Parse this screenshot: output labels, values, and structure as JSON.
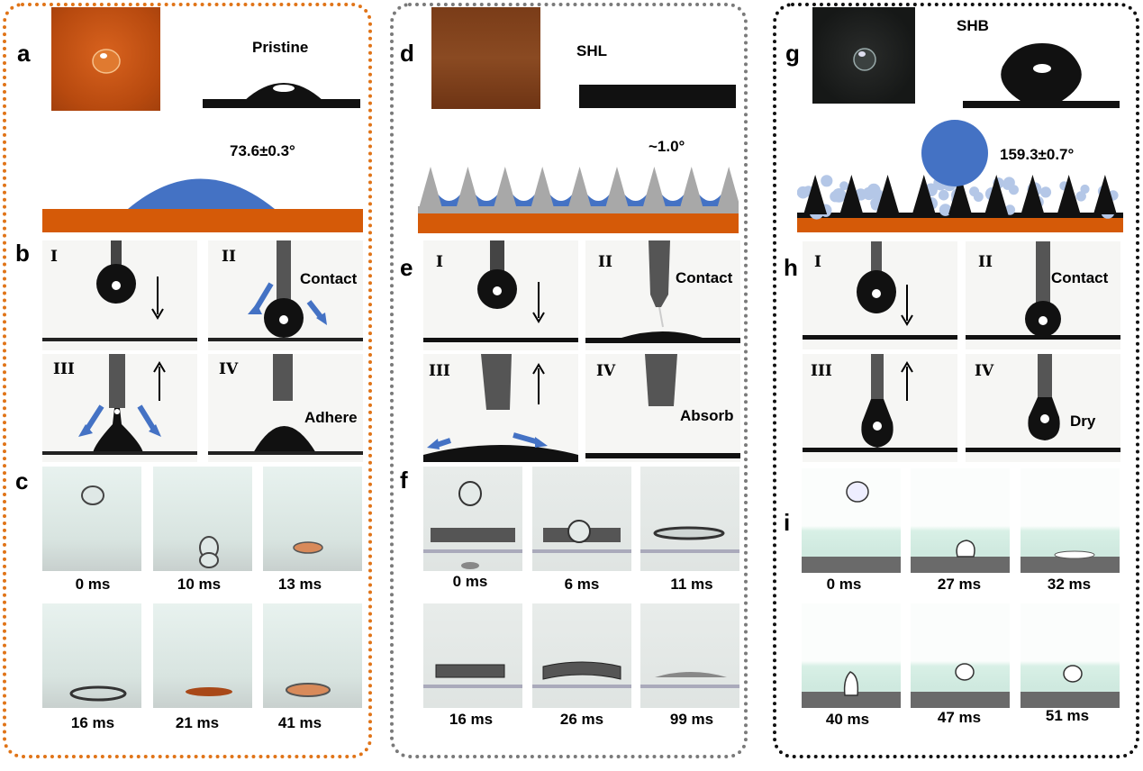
{
  "panels": {
    "a": {
      "letter": "a",
      "state": "Pristine",
      "angle": "73.6±0.3°"
    },
    "b": {
      "letter": "b",
      "steps": [
        "I",
        "II",
        "III",
        "IV"
      ],
      "contact": "Contact",
      "end": "Adhere"
    },
    "c": {
      "letter": "c",
      "times": [
        "0 ms",
        "10 ms",
        "13 ms",
        "16 ms",
        "21 ms",
        "41 ms"
      ]
    },
    "d": {
      "letter": "d",
      "state": "SHL",
      "angle": "~1.0°"
    },
    "e": {
      "letter": "e",
      "steps": [
        "I",
        "II",
        "III",
        "IV"
      ],
      "contact": "Contact",
      "end": "Absorb"
    },
    "f": {
      "letter": "f",
      "times": [
        "0 ms",
        "6 ms",
        "11 ms",
        "16 ms",
        "26 ms",
        "99 ms"
      ]
    },
    "g": {
      "letter": "g",
      "state": "SHB",
      "angle": "159.3±0.7°"
    },
    "h": {
      "letter": "h",
      "steps": [
        "I",
        "II",
        "III",
        "IV"
      ],
      "contact": "Contact",
      "end": "Dry"
    },
    "i": {
      "letter": "i",
      "times": [
        "0 ms",
        "27 ms",
        "32 ms",
        "40 ms",
        "47 ms",
        "51 ms"
      ]
    }
  },
  "colors": {
    "orange": "#d55a08",
    "blue": "#4472c4",
    "gray": "#a8a8a8",
    "lightblue": "#b4c7e7"
  }
}
